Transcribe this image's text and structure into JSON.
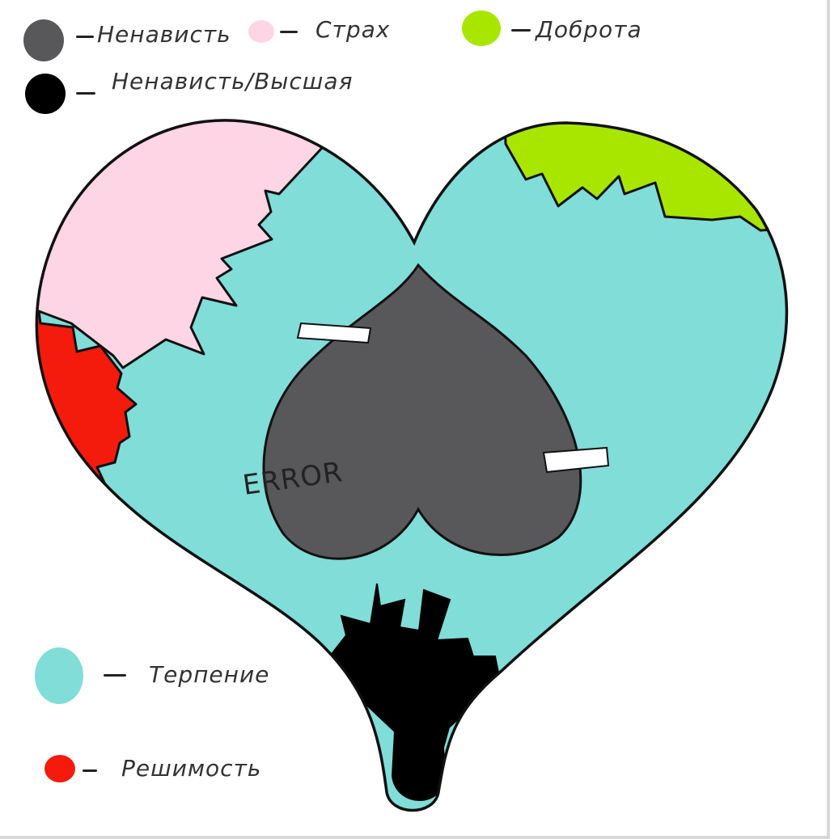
{
  "legend": {
    "hate": {
      "label": "Ненависть",
      "color": "#58585a"
    },
    "fear": {
      "label": "Страх",
      "color": "#fdd5e4"
    },
    "kindness": {
      "label": "Доброта",
      "color": "#a8e600"
    },
    "hate_higher": {
      "label": "Ненависть/Высшая",
      "color": "#000000"
    },
    "patience": {
      "label": "Терпение",
      "color": "#80ddd8"
    },
    "determination": {
      "label": "Решимость",
      "color": "#f41a0c"
    }
  },
  "heart": {
    "inner_soul_text": "ERROR"
  }
}
